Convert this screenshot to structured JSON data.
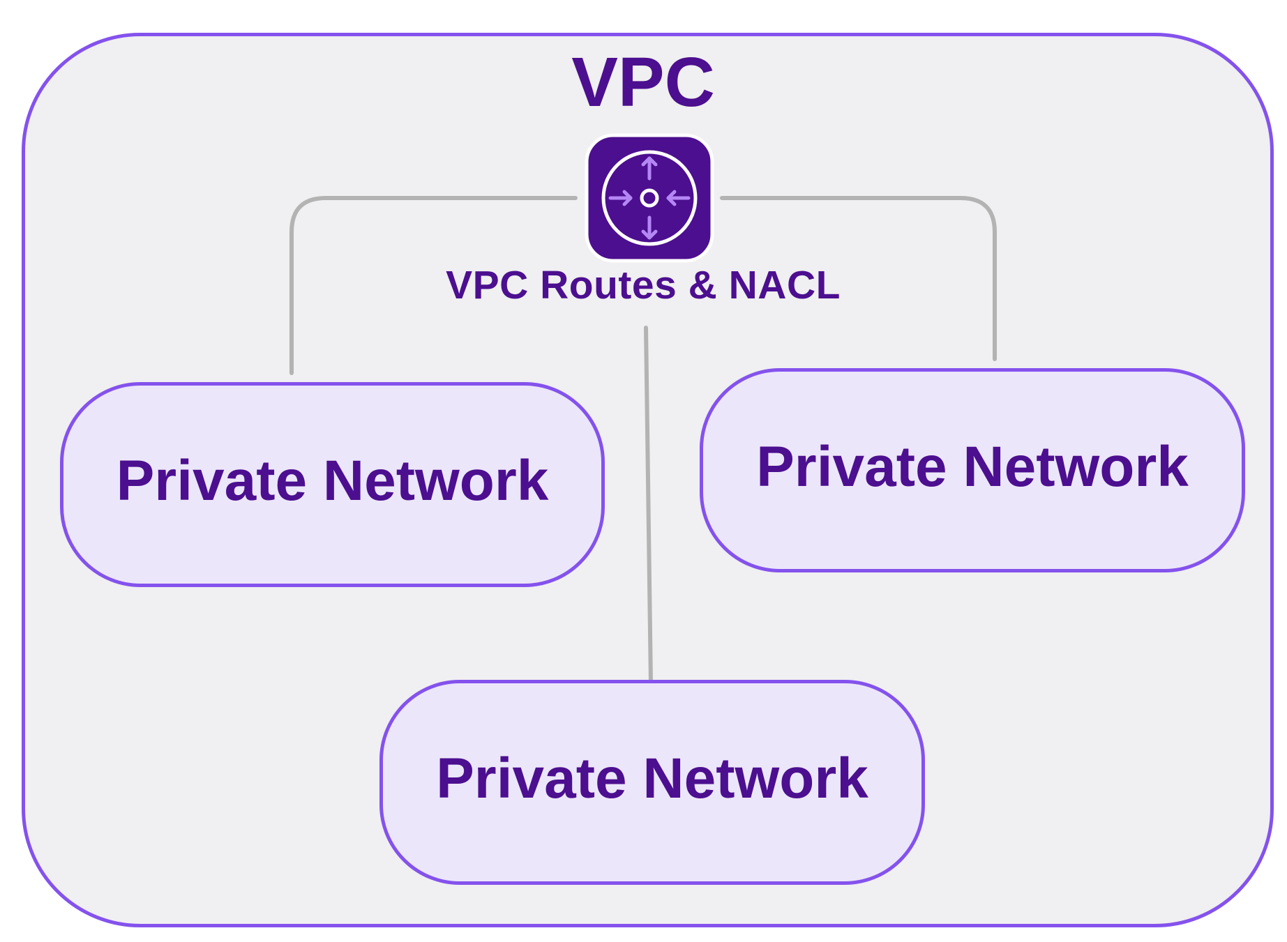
{
  "diagram": {
    "container": {
      "title": "VPC"
    },
    "router": {
      "label": "VPC Routes & NACL",
      "icon": "router-icon"
    },
    "networks": [
      {
        "id": "left",
        "label": "Private Network"
      },
      {
        "id": "right",
        "label": "Private Network"
      },
      {
        "id": "bottom",
        "label": "Private Network"
      }
    ],
    "colors": {
      "accent": "#4c0f8f",
      "border": "#8452ed",
      "container_fill": "#f0eff1",
      "network_fill": "#ece6fa",
      "connector": "#b3b3b3",
      "icon_arrows": "#b487f5"
    }
  }
}
